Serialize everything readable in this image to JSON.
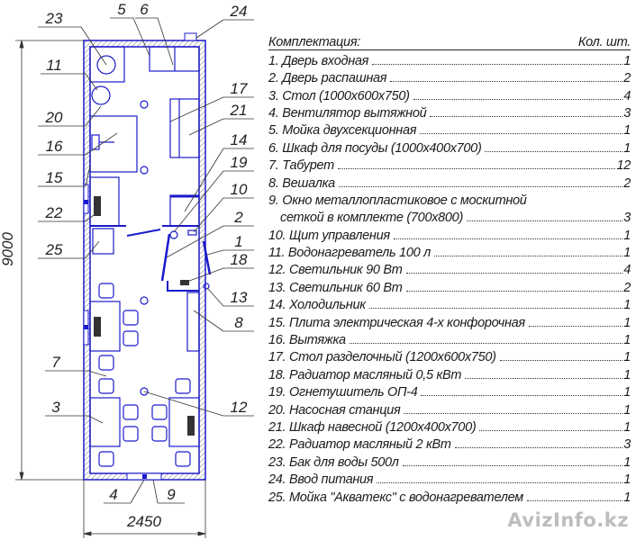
{
  "plan": {
    "dimension_length": "9000",
    "dimension_width": "2450",
    "callouts": [
      "23",
      "5",
      "6",
      "24",
      "11",
      "20",
      "16",
      "15",
      "22",
      "25",
      "7",
      "3",
      "4",
      "9",
      "17",
      "21",
      "14",
      "19",
      "10",
      "2",
      "1",
      "18",
      "13",
      "8",
      "12"
    ]
  },
  "legend": {
    "header": "Комплектация:",
    "qty_header": "Кол. шт.",
    "items": [
      {
        "name": "1. Дверь входная",
        "qty": "1"
      },
      {
        "name": "2. Дверь распашная",
        "qty": "2"
      },
      {
        "name": "3. Стол (1000x600x750)",
        "qty": "4"
      },
      {
        "name": "4. Вентилятор вытяжной",
        "qty": "3"
      },
      {
        "name": "5. Мойка двухсекционная",
        "qty": "1"
      },
      {
        "name": "6. Шкаф для посуды (1000x400x700)",
        "qty": "1"
      },
      {
        "name": "7. Табурет",
        "qty": "12"
      },
      {
        "name": "8. Вешалка",
        "qty": "2"
      },
      {
        "name": "9. Окно металлопластиковое с москитной",
        "name2": "сеткой в комплекте (700x800)",
        "qty": "3"
      },
      {
        "name": "10. Щит управления",
        "qty": "1"
      },
      {
        "name": "11. Водонагреватель 100 л",
        "qty": "1"
      },
      {
        "name": "12. Светильник 90 Вт",
        "qty": "4"
      },
      {
        "name": "13. Светильник 60 Вт",
        "qty": "2"
      },
      {
        "name": "14. Холодильник",
        "qty": "1"
      },
      {
        "name": "15. Плита электрическая 4-х конфорочная",
        "qty": "1"
      },
      {
        "name": "16. Вытяжка",
        "qty": "1"
      },
      {
        "name": "17. Стол разделочный (1200x600x750)",
        "qty": "1"
      },
      {
        "name": "18. Радиатор масляный 0,5 кВт",
        "qty": "1"
      },
      {
        "name": "19. Огнетушитель ОП-4",
        "qty": "1"
      },
      {
        "name": "20. Насосная станция",
        "qty": "1"
      },
      {
        "name": "21. Шкаф навесной (1200x400x700)",
        "qty": "1"
      },
      {
        "name": "22. Радиатор масляный 2 кВт",
        "qty": "3"
      },
      {
        "name": "23. Бак для воды 500л",
        "qty": "1"
      },
      {
        "name": "24. Ввод питания",
        "qty": "1"
      },
      {
        "name": "25. Мойка \"Акватекс\" с водонагревателем",
        "qty": "1"
      }
    ]
  },
  "watermark": "AvizInfo.kz",
  "colors": {
    "wall": "#1a1acc",
    "line": "#333333"
  }
}
